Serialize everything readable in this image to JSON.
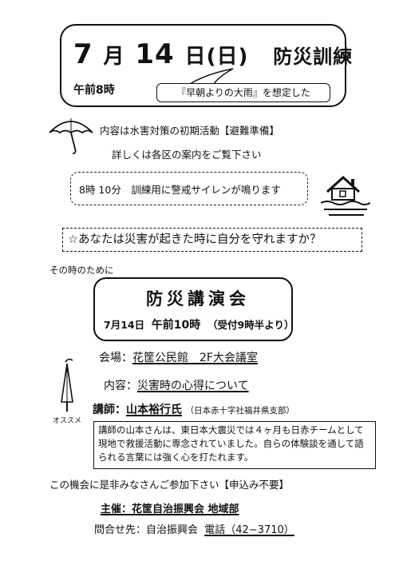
{
  "drill": {
    "month": "7",
    "month_unit": "月",
    "day": "14",
    "day_unit": "日",
    "weekday": "(日)",
    "name": "防災訓練",
    "time": "午前8時",
    "scenario": "『早朝よりの大雨』を想定した"
  },
  "content_line": "内容は水害対策の初期活動【避難準備】",
  "details_line": "詳しくは各区の案内をご覧下さい",
  "siren_notice": "8時 10分　訓練用に警戒サイレンが鳴ります",
  "question": "☆あなたは災害が起きた時に自分を守れますか？",
  "for_that": "その時のために",
  "lecture": {
    "title": "防災講演会",
    "date": "7月14日",
    "time": "午前10時",
    "reception": "（受付9時半より）",
    "venue_label": "会場：",
    "venue": "花筐公民館　2F大会議室",
    "content_label": "内容：",
    "content": "災害時の心得について",
    "speaker_label": "講師：",
    "speaker": "山本裕行氏",
    "speaker_affiliation": "（日本赤十字社福井県支部）",
    "recommend": "オススメ",
    "bio": "講師の山本さんは、東日本大震災では４ヶ月も日赤チームとして現地で救援活動に専念されていました。自らの体験談を通して語られる言葉には強く心を打たれます。"
  },
  "invitation": "この機会に是非みなさんご参加下さい【申込み不要】",
  "organizer": "主催：花筐自治振興会 地域部",
  "contact_label": "問合せ先：自治振興会",
  "contact_phone": "電話（42−3710）"
}
